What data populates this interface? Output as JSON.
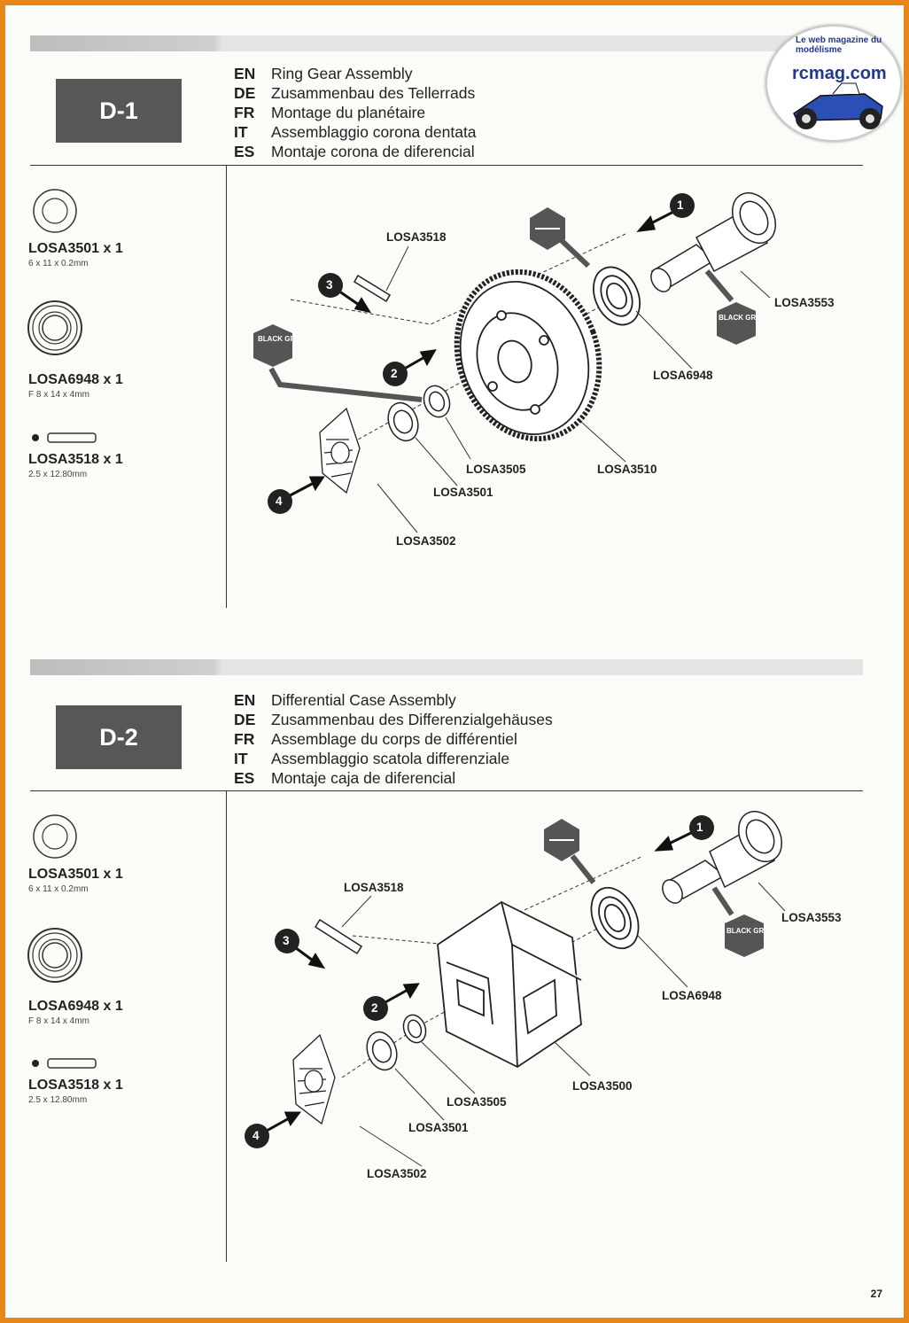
{
  "logo": {
    "arc_text": "Le web magazine du modélisme",
    "brand": "rcmag.com"
  },
  "page_number": "27",
  "step1": {
    "step_id": "D-1",
    "titles": [
      {
        "code": "EN",
        "text": "Ring Gear Assembly"
      },
      {
        "code": "DE",
        "text": "Zusammenbau des Tellerrads"
      },
      {
        "code": "FR",
        "text": "Montage du planétaire"
      },
      {
        "code": "IT",
        "text": "Assemblaggio corona dentata"
      },
      {
        "code": "ES",
        "text": "Montaje corona de diferencial"
      }
    ],
    "parts": [
      {
        "name": "LOSA3501 x 1",
        "dims": "6 x 11 x 0.2mm"
      },
      {
        "name": "LOSA6948 x 1",
        "dims": "F 8 x 14 x 4mm"
      },
      {
        "name": "LOSA3518 x 1",
        "dims": "2.5 x 12.80mm"
      }
    ],
    "callouts": {
      "losa3518": "LOSA3518",
      "losa3553": "LOSA3553",
      "losa6948": "LOSA6948",
      "losa3505": "LOSA3505",
      "losa3510": "LOSA3510",
      "losa3501": "LOSA3501",
      "losa3502": "LOSA3502",
      "grease": "BLACK GREASE",
      "step_1": "1",
      "step_2": "2",
      "step_3": "3",
      "step_4": "4"
    }
  },
  "step2": {
    "step_id": "D-2",
    "titles": [
      {
        "code": "EN",
        "text": "Differential Case Assembly"
      },
      {
        "code": "DE",
        "text": "Zusammenbau des Differenzialgehäuses"
      },
      {
        "code": "FR",
        "text": "Assemblage du corps de différentiel"
      },
      {
        "code": "IT",
        "text": "Assemblaggio scatola differenziale"
      },
      {
        "code": "ES",
        "text": "Montaje caja de diferencial"
      }
    ],
    "parts": [
      {
        "name": "LOSA3501 x 1",
        "dims": "6 x 11 x 0.2mm"
      },
      {
        "name": "LOSA6948 x 1",
        "dims": "F 8 x 14 x 4mm"
      },
      {
        "name": "LOSA3518 x 1",
        "dims": "2.5 x 12.80mm"
      }
    ],
    "callouts": {
      "losa3518": "LOSA3518",
      "losa3553": "LOSA3553",
      "losa6948": "LOSA6948",
      "losa3500": "LOSA3500",
      "losa3505": "LOSA3505",
      "losa3501": "LOSA3501",
      "losa3502": "LOSA3502",
      "grease": "BLACK GREASE",
      "step_1": "1",
      "step_2": "2",
      "step_3": "3",
      "step_4": "4"
    }
  }
}
